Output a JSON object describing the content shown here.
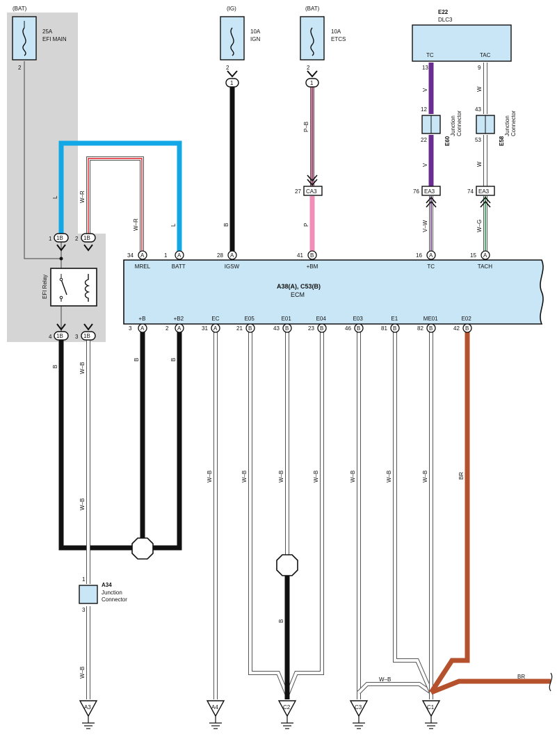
{
  "colors": {
    "panel_gray": "#d5d5d5",
    "component_fill": "#c8e6f5",
    "wire_black": "#111111",
    "wire_blue": "#12a8e6",
    "wire_red": "#e01f26",
    "wire_pink": "#ef8fb8",
    "wire_violet": "#6a2c91",
    "wire_green": "#1ea04b",
    "wire_brown": "#b5522d"
  },
  "fuses": {
    "efi_main": {
      "supply": "(BAT)",
      "rating": "25A",
      "name": "EFI MAIN",
      "pin": "2"
    },
    "ign": {
      "supply": "(IG)",
      "rating": "10A",
      "name": "IGN",
      "pin": "2",
      "connector": "1"
    },
    "etcs": {
      "supply": "(BAT)",
      "rating": "10A",
      "name": "ETCS",
      "pin": "2",
      "connector": "1"
    }
  },
  "dlc3": {
    "code": "E22",
    "name": "DLC3",
    "tc": {
      "label": "TC",
      "pin": "13"
    },
    "tac": {
      "label": "TAC",
      "pin": "9"
    }
  },
  "junctions": {
    "e60": {
      "code": "E60",
      "text1": "Junction",
      "text2": "Connector",
      "pin_in": "12",
      "pin_out": "22"
    },
    "e58": {
      "code": "E58",
      "text1": "Junction",
      "text2": "Connector",
      "pin_in": "43",
      "pin_out": "53"
    },
    "a34": {
      "code": "A34",
      "text1": "Junction",
      "text2": "Connector",
      "pin_in": "1",
      "pin_out": "3"
    }
  },
  "inline_connectors": {
    "ca3": {
      "label": "CA3",
      "pin": "27"
    },
    "ea3_tc": {
      "label": "EA3",
      "pin": "76"
    },
    "ea3_tac": {
      "label": "EA3",
      "pin": "74"
    }
  },
  "relay": {
    "name": "EFI Relay",
    "conn": "1B",
    "pin1": "1",
    "pin2": "2",
    "pin3": "3",
    "pin4": "4"
  },
  "ecm": {
    "title": "A38(A), C53(B)",
    "name": "ECM",
    "top_pins": [
      {
        "num": "34",
        "conn": "A",
        "label": "MREL"
      },
      {
        "num": "1",
        "conn": "A",
        "label": "BATT"
      },
      {
        "num": "28",
        "conn": "A",
        "label": "IGSW"
      },
      {
        "num": "41",
        "conn": "B",
        "label": "+BM"
      },
      {
        "num": "16",
        "conn": "A",
        "label": "TC"
      },
      {
        "num": "15",
        "conn": "A",
        "label": "TACH"
      }
    ],
    "bottom_pins": [
      {
        "num": "3",
        "conn": "A",
        "label": "+B"
      },
      {
        "num": "2",
        "conn": "A",
        "label": "+B2"
      },
      {
        "num": "31",
        "conn": "A",
        "label": "EC"
      },
      {
        "num": "21",
        "conn": "B",
        "label": "E05"
      },
      {
        "num": "43",
        "conn": "B",
        "label": "E01"
      },
      {
        "num": "23",
        "conn": "B",
        "label": "E04"
      },
      {
        "num": "46",
        "conn": "B",
        "label": "E03"
      },
      {
        "num": "81",
        "conn": "B",
        "label": "E1"
      },
      {
        "num": "82",
        "conn": "B",
        "label": "ME01"
      },
      {
        "num": "42",
        "conn": "B",
        "label": "E02"
      }
    ]
  },
  "wire_labels": {
    "l": "L",
    "wr": "W–R",
    "b": "B",
    "pb": "P–B",
    "p": "P",
    "v": "V",
    "w": "W",
    "vw": "V–W",
    "wg": "W–G",
    "wb": "W–B",
    "br": "BR"
  },
  "grounds": [
    "A3",
    "A4",
    "C2",
    "C3",
    "C1"
  ]
}
